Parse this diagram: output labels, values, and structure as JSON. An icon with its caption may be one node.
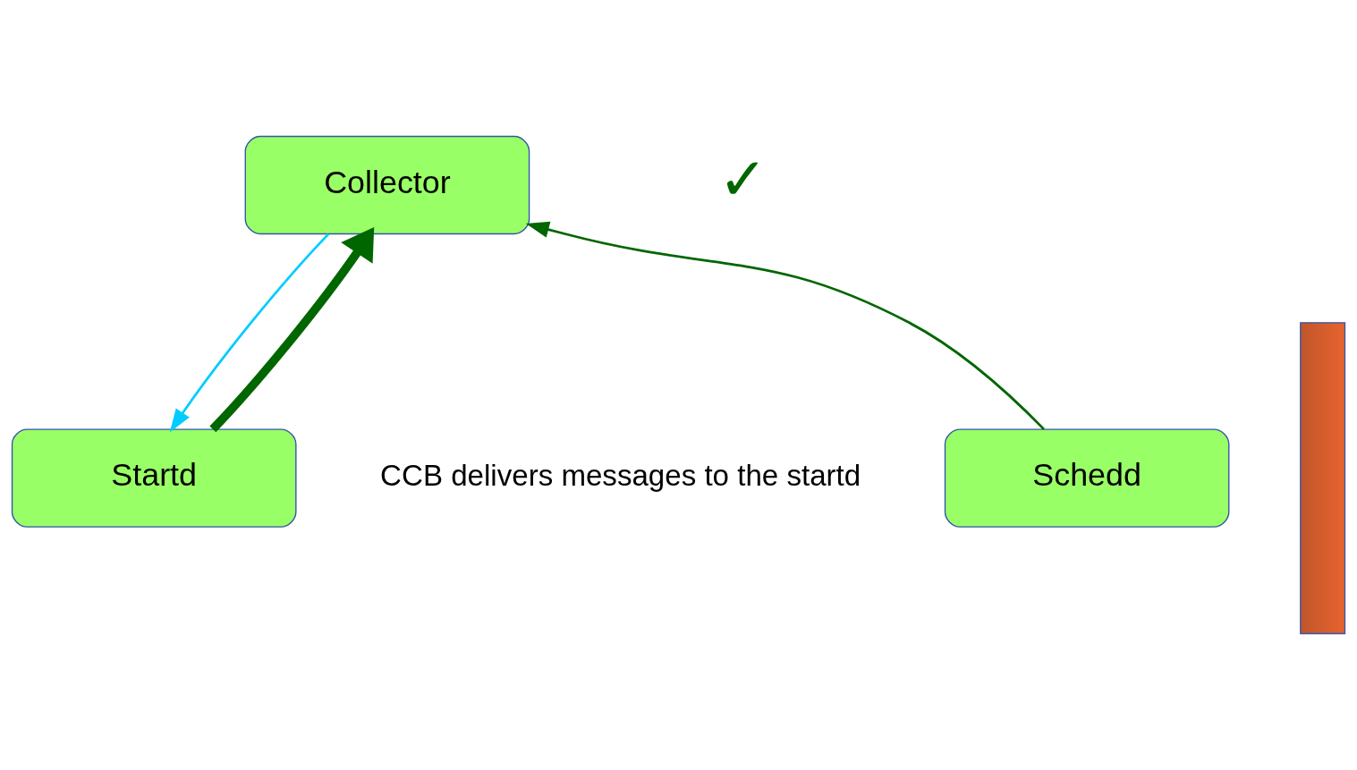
{
  "diagram": {
    "nodes": [
      {
        "text": [
          "Collector"
        ]
      },
      {
        "text": [
          "Schedd"
        ]
      },
      {
        "text": [],
        "shape": "bar"
      },
      {
        "text": [
          "Startd"
        ]
      }
    ],
    "edges": [
      {
        "from": 1,
        "to": 0,
        "arrow": "to"
      },
      {
        "from": 3,
        "to": 0,
        "arrow": "to",
        "style": "thick"
      },
      {
        "from": 0,
        "to": 3,
        "arrow": "to",
        "color": "#00ccff"
      }
    ],
    "labels": [
      "CCB delivers messages to the startd",
      "✓"
    ]
  }
}
